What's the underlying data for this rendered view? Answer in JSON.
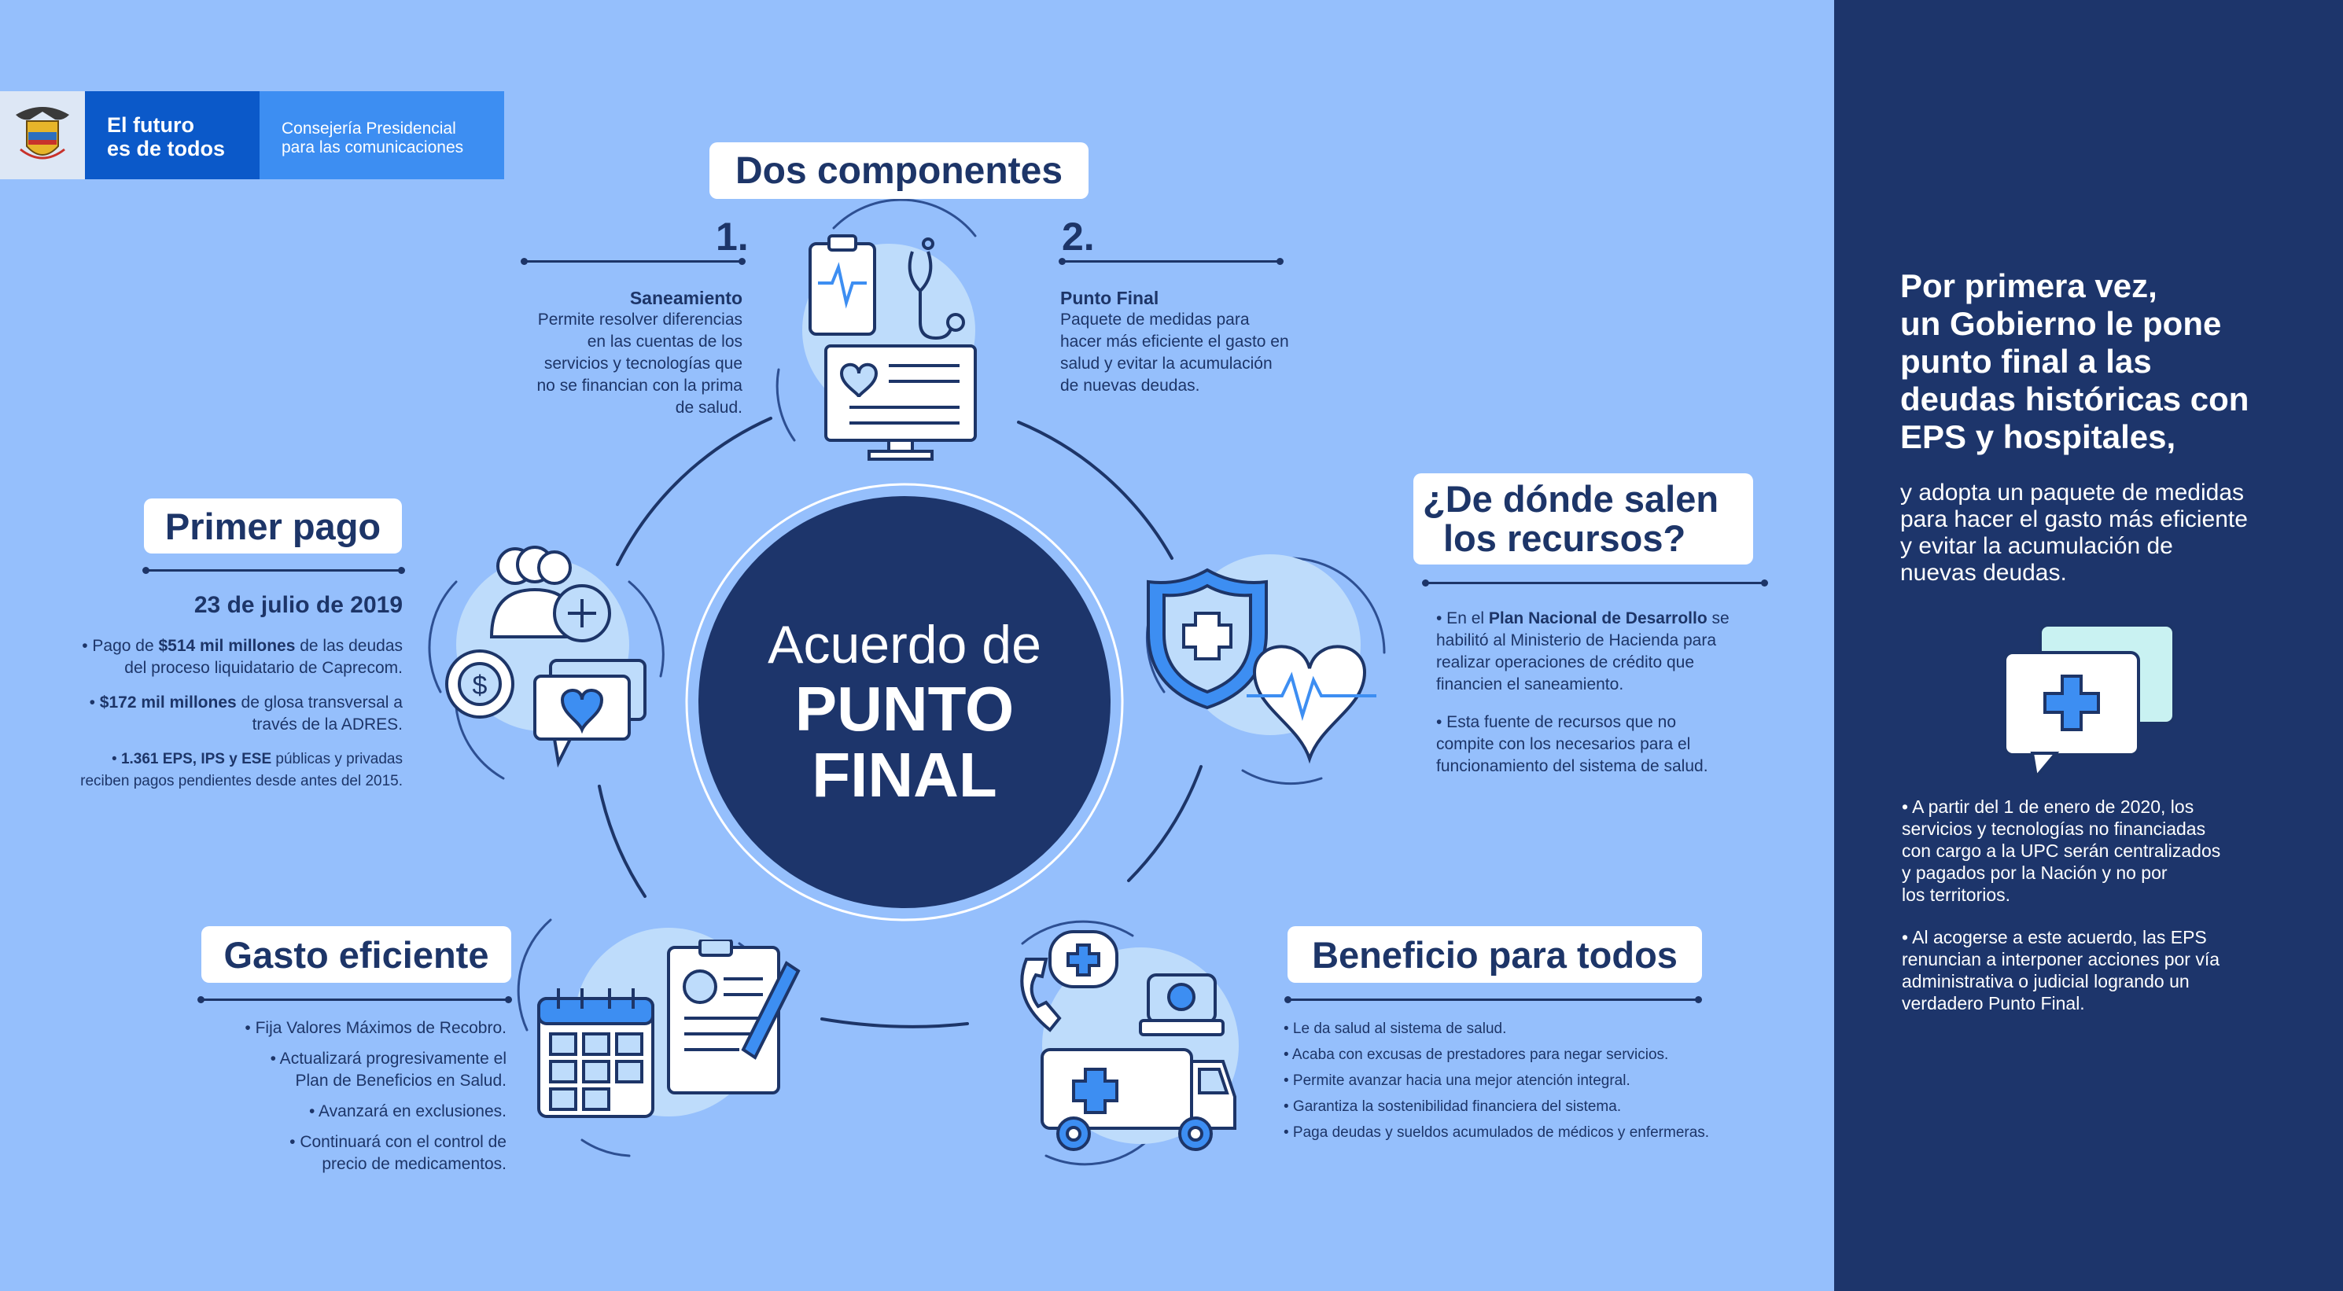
{
  "logo": {
    "line1": "El futuro",
    "line2": "es de todos",
    "sub1": "Consejería Presidencial",
    "sub2": "para las comunicaciones"
  },
  "center": {
    "line1": "Acuerdo de",
    "line2": "PUNTO",
    "line3": "FINAL"
  },
  "dos": {
    "title": "Dos componentes",
    "n1": "1.",
    "n2": "2.",
    "c1": {
      "title": "Saneamiento",
      "lines": [
        "Permite resolver diferencias",
        "en las cuentas de los",
        "servicios y tecnologías que",
        "no se financian con la prima",
        "de salud."
      ]
    },
    "c2": {
      "title": "Punto Final",
      "lines": [
        "Paquete de medidas para",
        "hacer más eficiente el gasto en",
        "salud y evitar la acumulación",
        "de nuevas deudas."
      ]
    }
  },
  "primer": {
    "title": "Primer pago",
    "date": "23 de julio de 2019",
    "b1": {
      "pre": "• Pago de ",
      "bold": "$514 mil millones",
      "post": " de las deudas",
      "line2": "del proceso liquidatario de Caprecom."
    },
    "b2": {
      "pre": "• ",
      "bold": "$172 mil millones",
      "post": " de glosa transversal a",
      "line2": "través de la ADRES."
    },
    "b3": {
      "pre": "• ",
      "bold": "1.361 EPS, IPS y ESE",
      "post": " públicas y privadas",
      "line2": "reciben pagos pendientes desde antes del 2015."
    }
  },
  "recursos": {
    "title1": "¿De dónde salen",
    "title2": "los recursos?",
    "b1": {
      "pre": "• En el ",
      "bold": "Plan Nacional de Desarrollo",
      "post": " se",
      "rest": [
        "habilitó al Ministerio de Hacienda para",
        "realizar operaciones de crédito que",
        "financien el saneamiento."
      ]
    },
    "b2": [
      "• Esta fuente de recursos que no",
      "compite con los necesarios para el",
      "funcionamiento del sistema de salud."
    ]
  },
  "gasto": {
    "title": "Gasto eficiente",
    "items": [
      [
        "• Fija Valores Máximos de Recobro."
      ],
      [
        "• Actualizará progresivamente el",
        "Plan de Beneficios en Salud."
      ],
      [
        "• Avanzará en exclusiones."
      ],
      [
        "• Continuará con el control de",
        "precio de medicamentos."
      ]
    ]
  },
  "beneficio": {
    "title": "Beneficio para todos",
    "items": [
      "• Le da salud al sistema de salud.",
      "• Acaba con excusas de prestadores para negar servicios.",
      "• Permite avanzar hacia una mejor atención integral.",
      "• Garantiza la sostenibilidad financiera del sistema.",
      "• Paga deudas y sueldos acumulados de médicos y enfermeras."
    ]
  },
  "panel": {
    "headline": [
      "Por primera vez,",
      "un Gobierno le pone",
      "punto final a las",
      "deudas históricas con",
      "EPS y hospitales,"
    ],
    "sub": [
      "y adopta un paquete de medidas",
      "para hacer el gasto más eficiente",
      "y evitar la acumulación de",
      "nuevas deudas."
    ],
    "p1": [
      "• A partir del 1 de enero de 2020, los",
      "servicios y tecnologías no financiadas",
      "con cargo a la UPC serán centralizados",
      "y pagados por la Nación y no por",
      "los territorios."
    ],
    "p2": [
      "• Al acogerse a este acuerdo, las EPS",
      "renuncian a interponer acciones por vía",
      "administrativa o judicial logrando un",
      "verdadero Punto Final."
    ]
  },
  "colors": {
    "bg": "#95bffc",
    "navy": "#1d356b",
    "logo_blue": "#0b59c9",
    "logo_light": "#3d8ef2"
  }
}
